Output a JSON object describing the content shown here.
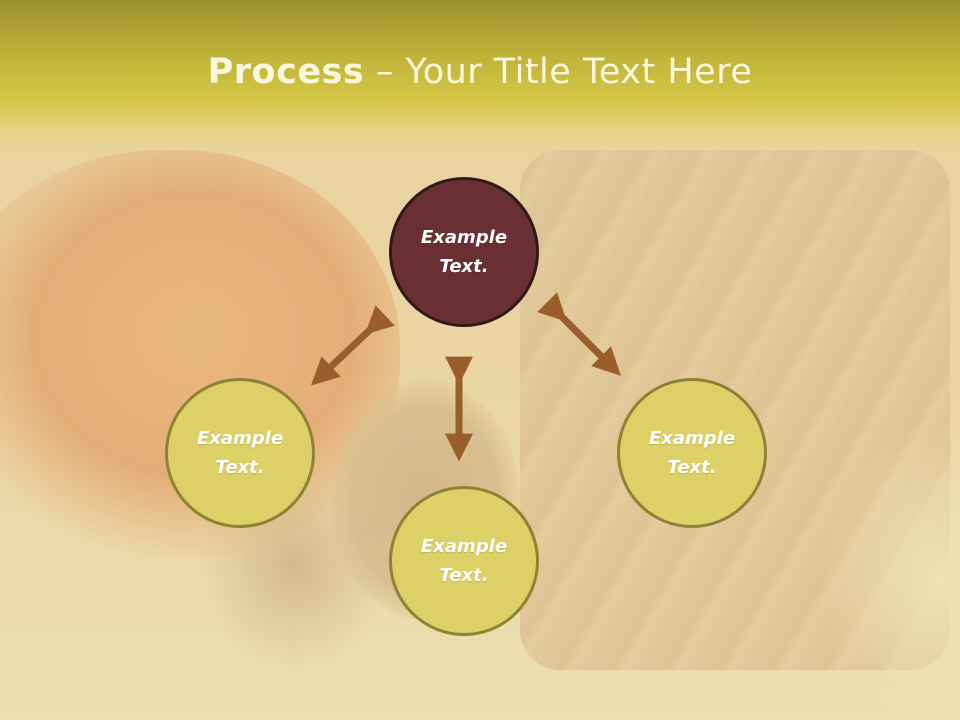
{
  "title": {
    "bold": "Process",
    "rest": " – Your Title Text Here"
  },
  "nodes": {
    "top": {
      "line1": "Example",
      "line2": "Text."
    },
    "left": {
      "line1": "Example",
      "line2": "Text."
    },
    "right": {
      "line1": "Example",
      "line2": "Text."
    },
    "bottom": {
      "line1": "Example",
      "line2": "Text."
    }
  },
  "colors": {
    "header": "#d3c545",
    "title_text": "#fbf6dc",
    "top_node": "#6a2f32",
    "yellow_node": "#ddd067",
    "arrow": "#9a5d2c"
  }
}
